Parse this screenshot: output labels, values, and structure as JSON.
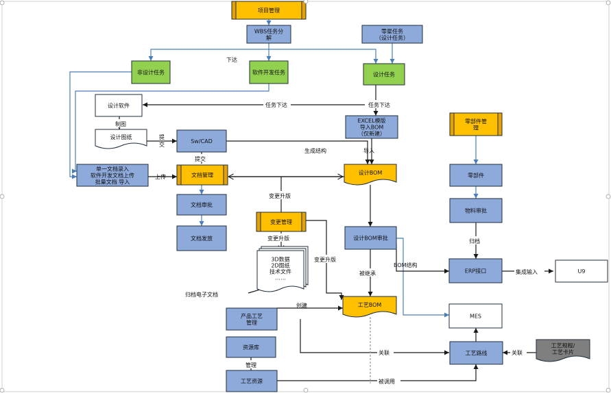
{
  "colors": {
    "blue": "#8eaadb",
    "orange": "#ffc000",
    "green": "#92d050",
    "white": "#ffffff",
    "dark": "#7f7f7f",
    "line_dark": "#1a1a1a",
    "line_blue": "#4a7ebb"
  },
  "nodes": {
    "project_mgmt": {
      "label": "项目管理"
    },
    "wbs": {
      "label": [
        "WBS任务分",
        "解"
      ]
    },
    "ext_design_task": {
      "label": [
        "零星任务",
        "（设计任务）"
      ]
    },
    "non_design_task": {
      "label": "非设计任务"
    },
    "software_dev_task": {
      "label": "软件开发任务"
    },
    "design_task": {
      "label": "设计任务"
    },
    "design_software": {
      "label": "设计软件"
    },
    "excel_import": {
      "label": [
        "EXCEL模版",
        "导入BOM",
        "（仅新建）"
      ]
    },
    "parts_mgmt": {
      "label": [
        "零部件管",
        "理"
      ]
    },
    "design_drawing": {
      "label": "设计图纸"
    },
    "sw_cad": {
      "label": "Sw/CAD"
    },
    "doc_input": {
      "label": [
        "单一文档录入",
        "软件开发文档上传",
        "批量文档 导入"
      ]
    },
    "doc_mgmt": {
      "label": "文档管理"
    },
    "design_bom": {
      "label": "设计BOM"
    },
    "parts": {
      "label": "零部件"
    },
    "doc_approval": {
      "label": "文档审批"
    },
    "material_approval": {
      "label": "物料审批"
    },
    "change_mgmt": {
      "label": "变更管理"
    },
    "doc_release": {
      "label": "文档发放"
    },
    "design_bom_approval": {
      "label": "设计BOM审批"
    },
    "doc_pile": {
      "label": [
        "3D数据",
        "2D图纸",
        "技术文件",
        "……"
      ]
    },
    "erp": {
      "label": "ERP接口"
    },
    "u9": {
      "label": "U9"
    },
    "archive": {
      "label": "归档电子文档"
    },
    "process_bom": {
      "label": "工艺BOM"
    },
    "mes": {
      "label": "MES"
    },
    "product_process": {
      "label": [
        "产品工艺",
        "管理"
      ]
    },
    "resource_lib": {
      "label": "资源库"
    },
    "process_route": {
      "label": "工艺路线"
    },
    "process_card": {
      "label": [
        "工艺规程/",
        "工艺卡片"
      ]
    },
    "process_resource": {
      "label": "工艺资源"
    }
  },
  "edge_labels": {
    "issue": "下达",
    "task_issue_1": "任务下达",
    "task_issue_2": "任务下达",
    "draw": "制图",
    "submit_1": "提",
    "submit_2": "交",
    "submit_3": "提交",
    "gen_struct": "生成结构",
    "import": "导入",
    "upload": "上传",
    "change_upgrade_1": "变更升版",
    "change_upgrade_2": "变更升版",
    "change_upgrade_3": "变更升版",
    "archive_ok": "归档",
    "inherited": "被继承",
    "bom_struct": "BOM结构",
    "integrate": "集成输入",
    "create": "创建",
    "manage": "管理",
    "relate_1": "关联",
    "relate_2": "关联",
    "called": "被调用"
  }
}
